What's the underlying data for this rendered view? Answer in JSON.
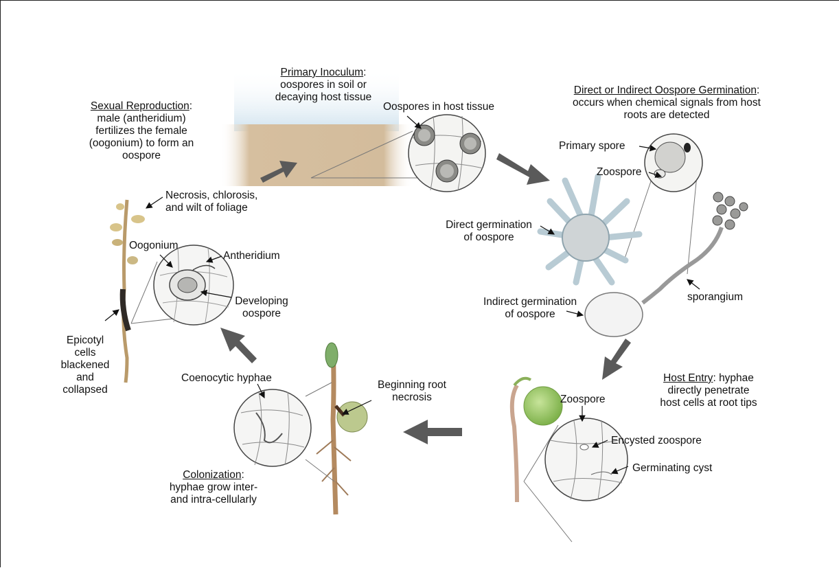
{
  "primary_inoculum": {
    "title": "Primary Inoculum",
    "text1": "oospores in soil or",
    "text2": "decaying host tissue"
  },
  "oospores_in_host": "Oospores in host tissue",
  "germination": {
    "title": "Direct or Indirect Oospore Germination",
    "text1": "occurs when chemical signals from host",
    "text2": "roots are detected"
  },
  "primary_spore": "Primary spore",
  "zoospore_top": "Zoospore",
  "direct_germination": {
    "line1": "Direct germination",
    "line2": "of oospore"
  },
  "sporangium": "sporangium",
  "indirect_germination": {
    "line1": "Indirect germination",
    "line2": "of oospore"
  },
  "host_entry": {
    "title": "Host Entry",
    "text1": "hyphae",
    "text2": "directly penetrate",
    "text3": "host cells at root tips"
  },
  "zoospore_bottom": "Zoospore",
  "encysted_zoospore": "Encysted zoospore",
  "germinating_cyst": "Germinating cyst",
  "beginning_root": {
    "line1": "Beginning root",
    "line2": "necrosis"
  },
  "coenocytic_hyphae": "Coenocytic hyphae",
  "colonization": {
    "title": "Colonization",
    "text1": "hyphae grow inter-",
    "text2": "and intra-cellularly"
  },
  "sexual_reproduction": {
    "title": "Sexual Reproduction",
    "text1": "male (antheridium)",
    "text2": "fertilizes the female",
    "text3": "(oogonium) to form an",
    "text4": "oospore"
  },
  "necrosis": {
    "line1": "Necrosis, chlorosis,",
    "line2": "and wilt of foliage"
  },
  "oogonium": "Oogonium",
  "antheridium": "Antheridium",
  "developing_oospore": {
    "line1": "Developing",
    "line2": "oospore"
  },
  "epicotyl": {
    "line1": "Epicotyl",
    "line2": "cells",
    "line3": "blackened",
    "line4": "and",
    "line5": "collapsed"
  },
  "colors": {
    "arrow": "#5a5a5a",
    "soil": "#d8c2a2",
    "sky": "#cfe2ee",
    "pea": "#9ccc6a"
  }
}
